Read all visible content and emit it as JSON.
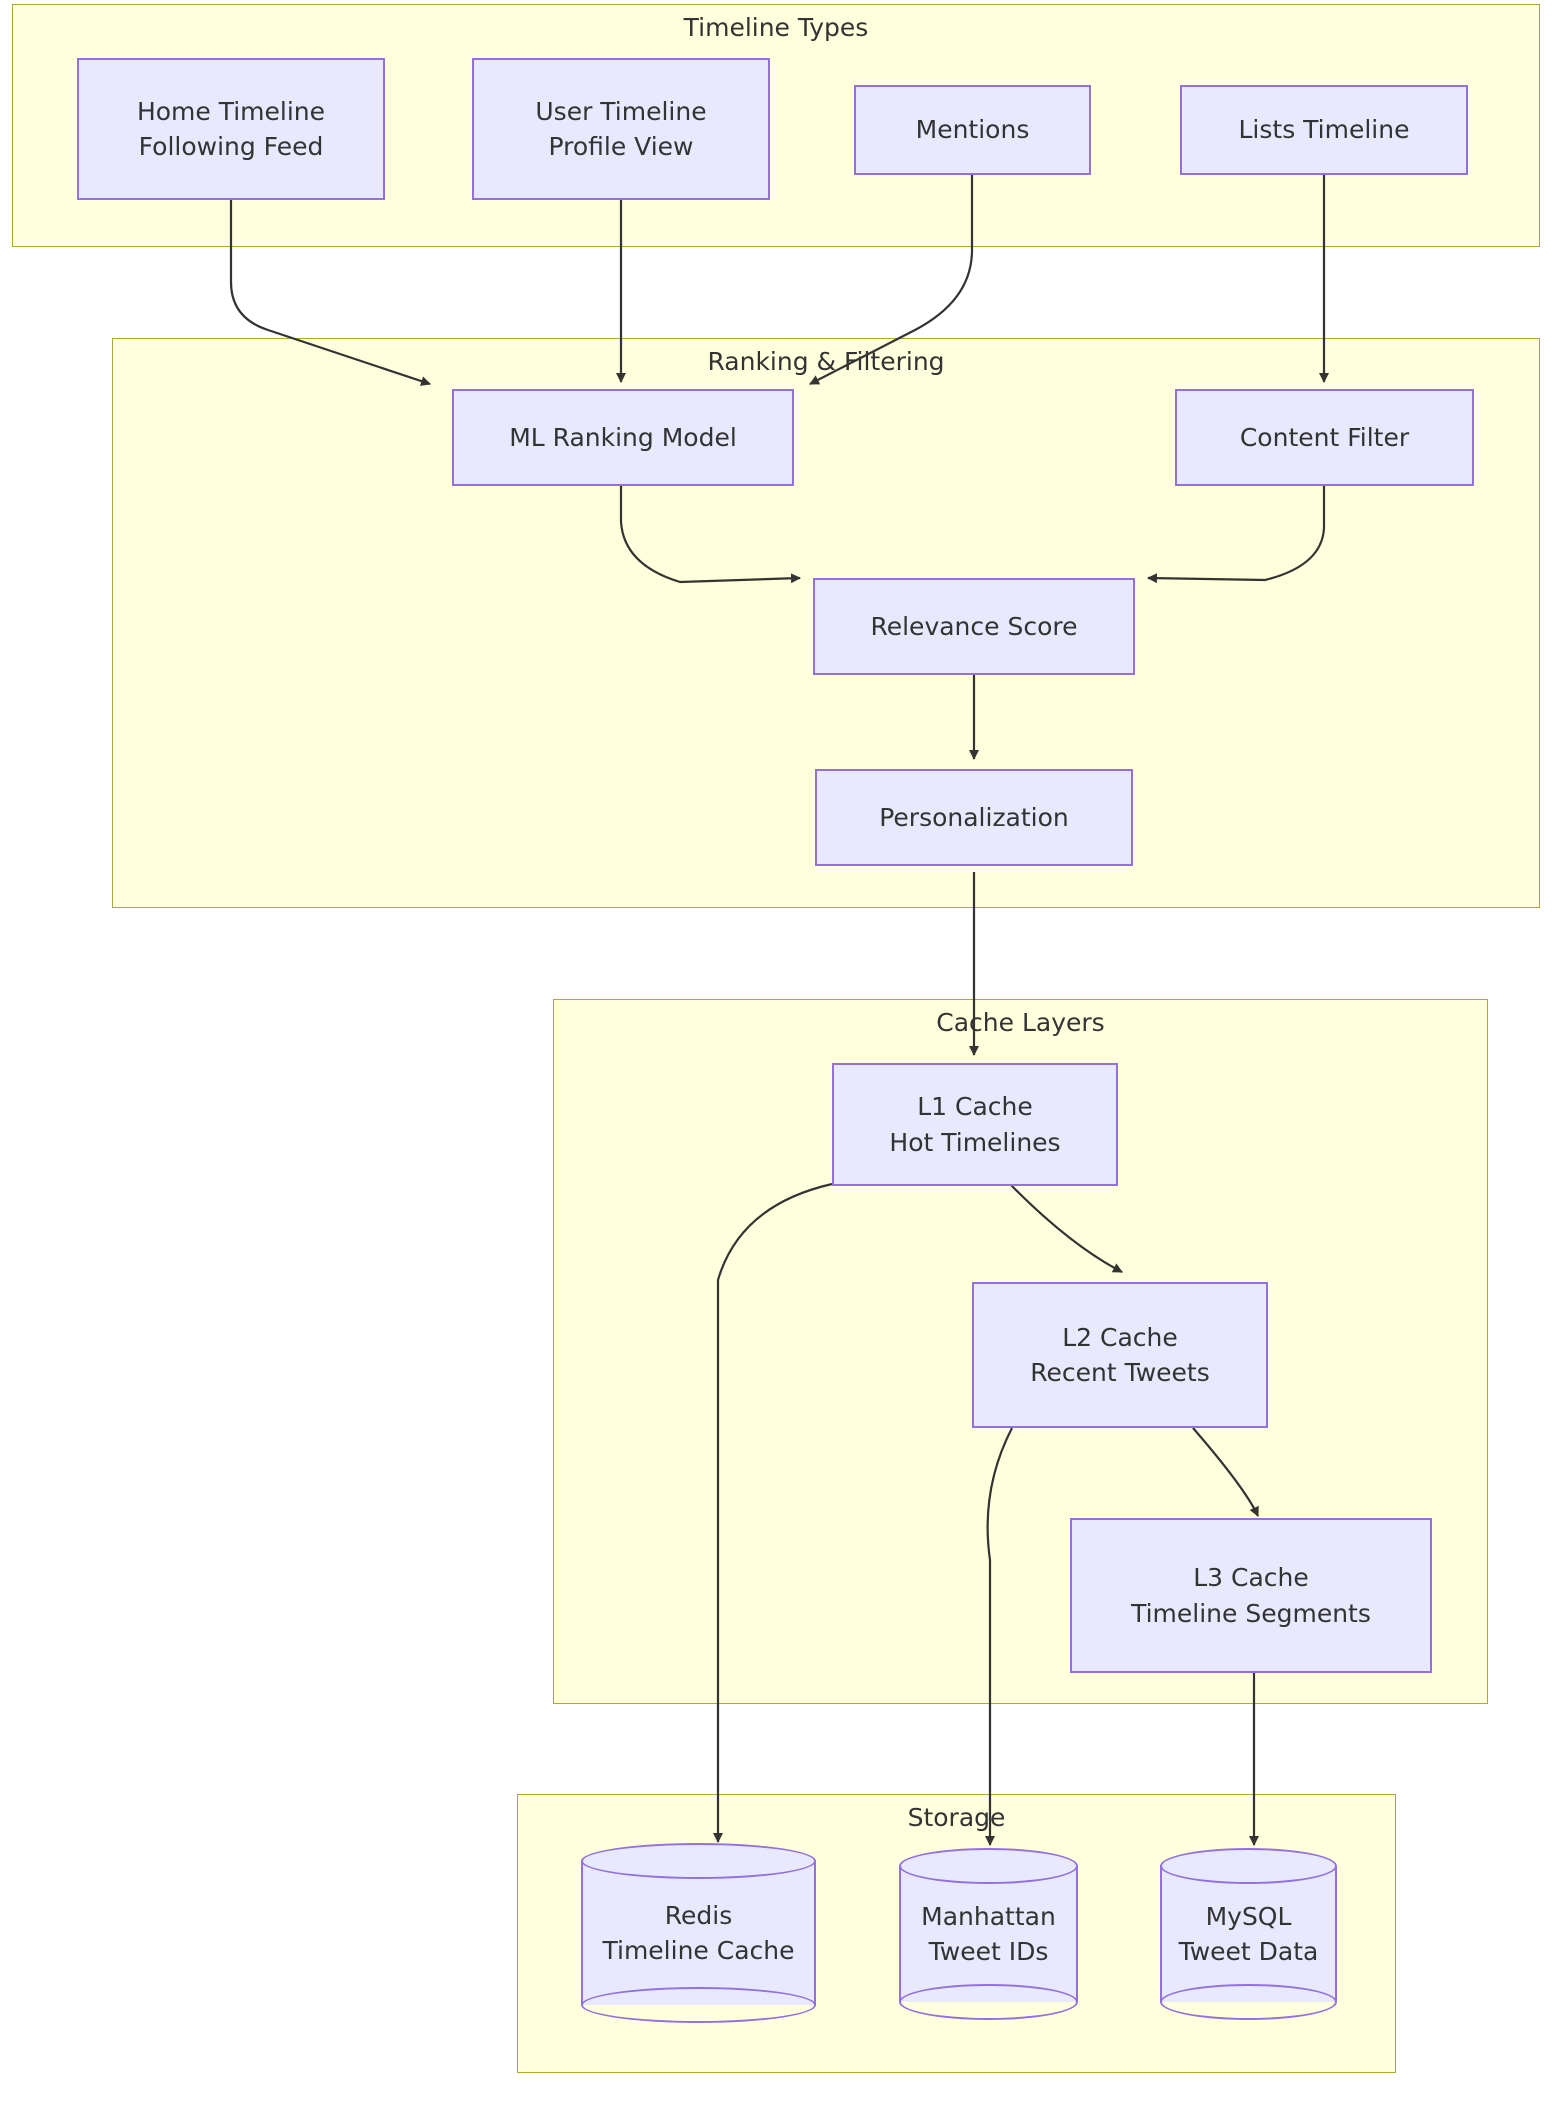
{
  "diagram": {
    "type": "flowchart",
    "direction": "top-down",
    "theme": {
      "node_fill": "#e8e8ff",
      "node_stroke": "#9370db",
      "cluster_fill": "#ffffde",
      "cluster_stroke": "#aaaa33",
      "edge_stroke": "#333333",
      "text_color": "#333333",
      "background": "#ffffff"
    }
  },
  "clusters": [
    {
      "id": "timeline-types",
      "label": "Timeline Types"
    },
    {
      "id": "ranking-filtering",
      "label": "Ranking & Filtering"
    },
    {
      "id": "cache-layers",
      "label": "Cache Layers"
    },
    {
      "id": "storage",
      "label": "Storage"
    }
  ],
  "nodes": {
    "home_timeline": {
      "line1": "Home Timeline",
      "line2": "Following Feed",
      "shape": "rect"
    },
    "user_timeline": {
      "line1": "User Timeline",
      "line2": "Profile View",
      "shape": "rect"
    },
    "mentions": {
      "line1": "Mentions",
      "line2": "",
      "shape": "rect"
    },
    "lists_timeline": {
      "line1": "Lists Timeline",
      "line2": "",
      "shape": "rect"
    },
    "ml_ranking": {
      "line1": "ML Ranking Model",
      "line2": "",
      "shape": "rect"
    },
    "content_filter": {
      "line1": "Content Filter",
      "line2": "",
      "shape": "rect"
    },
    "relevance_score": {
      "line1": "Relevance Score",
      "line2": "",
      "shape": "rect"
    },
    "personalization": {
      "line1": "Personalization",
      "line2": "",
      "shape": "rect"
    },
    "l1_cache": {
      "line1": "L1 Cache",
      "line2": "Hot Timelines",
      "shape": "rect"
    },
    "l2_cache": {
      "line1": "L2 Cache",
      "line2": "Recent Tweets",
      "shape": "rect"
    },
    "l3_cache": {
      "line1": "L3 Cache",
      "line2": "Timeline Segments",
      "shape": "rect"
    },
    "redis": {
      "line1": "Redis",
      "line2": "Timeline Cache",
      "shape": "cylinder"
    },
    "manhattan": {
      "line1": "Manhattan",
      "line2": "Tweet IDs",
      "shape": "cylinder"
    },
    "mysql": {
      "line1": "MySQL",
      "line2": "Tweet Data",
      "shape": "cylinder"
    }
  },
  "edges": [
    {
      "from": "home_timeline",
      "to": "ml_ranking"
    },
    {
      "from": "user_timeline",
      "to": "ml_ranking"
    },
    {
      "from": "mentions",
      "to": "ml_ranking"
    },
    {
      "from": "lists_timeline",
      "to": "content_filter"
    },
    {
      "from": "ml_ranking",
      "to": "relevance_score"
    },
    {
      "from": "content_filter",
      "to": "relevance_score"
    },
    {
      "from": "relevance_score",
      "to": "personalization"
    },
    {
      "from": "personalization",
      "to": "l1_cache"
    },
    {
      "from": "l1_cache",
      "to": "l2_cache"
    },
    {
      "from": "l1_cache",
      "to": "redis"
    },
    {
      "from": "l2_cache",
      "to": "l3_cache"
    },
    {
      "from": "l2_cache",
      "to": "manhattan"
    },
    {
      "from": "l3_cache",
      "to": "mysql"
    }
  ]
}
